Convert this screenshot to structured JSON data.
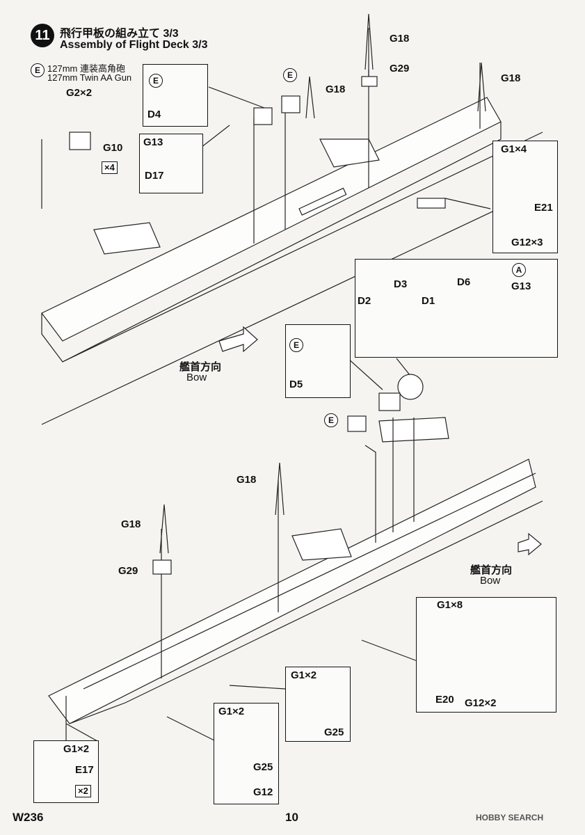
{
  "header": {
    "step_number": "11",
    "title_jp": "飛行甲板の組み立て 3/3",
    "title_en": "Assembly of Flight Deck 3/3",
    "gun_letter": "E",
    "gun_jp": "127mm 連装高角砲",
    "gun_en": "127mm Twin AA Gun"
  },
  "labels": {
    "g2x2": "G2×2",
    "g10": "G10",
    "x4": "×4",
    "e_a": "E",
    "d4": "D4",
    "e_b": "E",
    "g18_a": "G18",
    "g13_a": "G13",
    "d17": "D17",
    "g18_top": "G18",
    "g29_top": "G29",
    "g18_right": "G18",
    "g1x4": "G1×4",
    "e21": "E21",
    "g12x3": "G12×3",
    "a_letter": "A",
    "d3": "D3",
    "d6": "D6",
    "g13_b": "G13",
    "d2": "D2",
    "d1": "D1",
    "bow_jp_1": "艦首方向",
    "bow_en_1": "Bow",
    "e_c": "E",
    "d5": "D5",
    "e_d": "E",
    "g18_mid": "G18",
    "g18_left": "G18",
    "g29_left": "G29",
    "bow_jp_2": "艦首方向",
    "bow_en_2": "Bow",
    "g1x8": "G1×8",
    "e20": "E20",
    "g12x2_r": "G12×2",
    "g1x2_a": "G1×2",
    "g25_a": "G25",
    "g1x2_b": "G1×2",
    "g25_b": "G25",
    "g12_b": "G12",
    "g1x2_c": "G1×2",
    "e17": "E17",
    "x2": "×2"
  },
  "footer": {
    "code": "W236",
    "page": "10",
    "watermark": "HOBBY SEARCH"
  }
}
